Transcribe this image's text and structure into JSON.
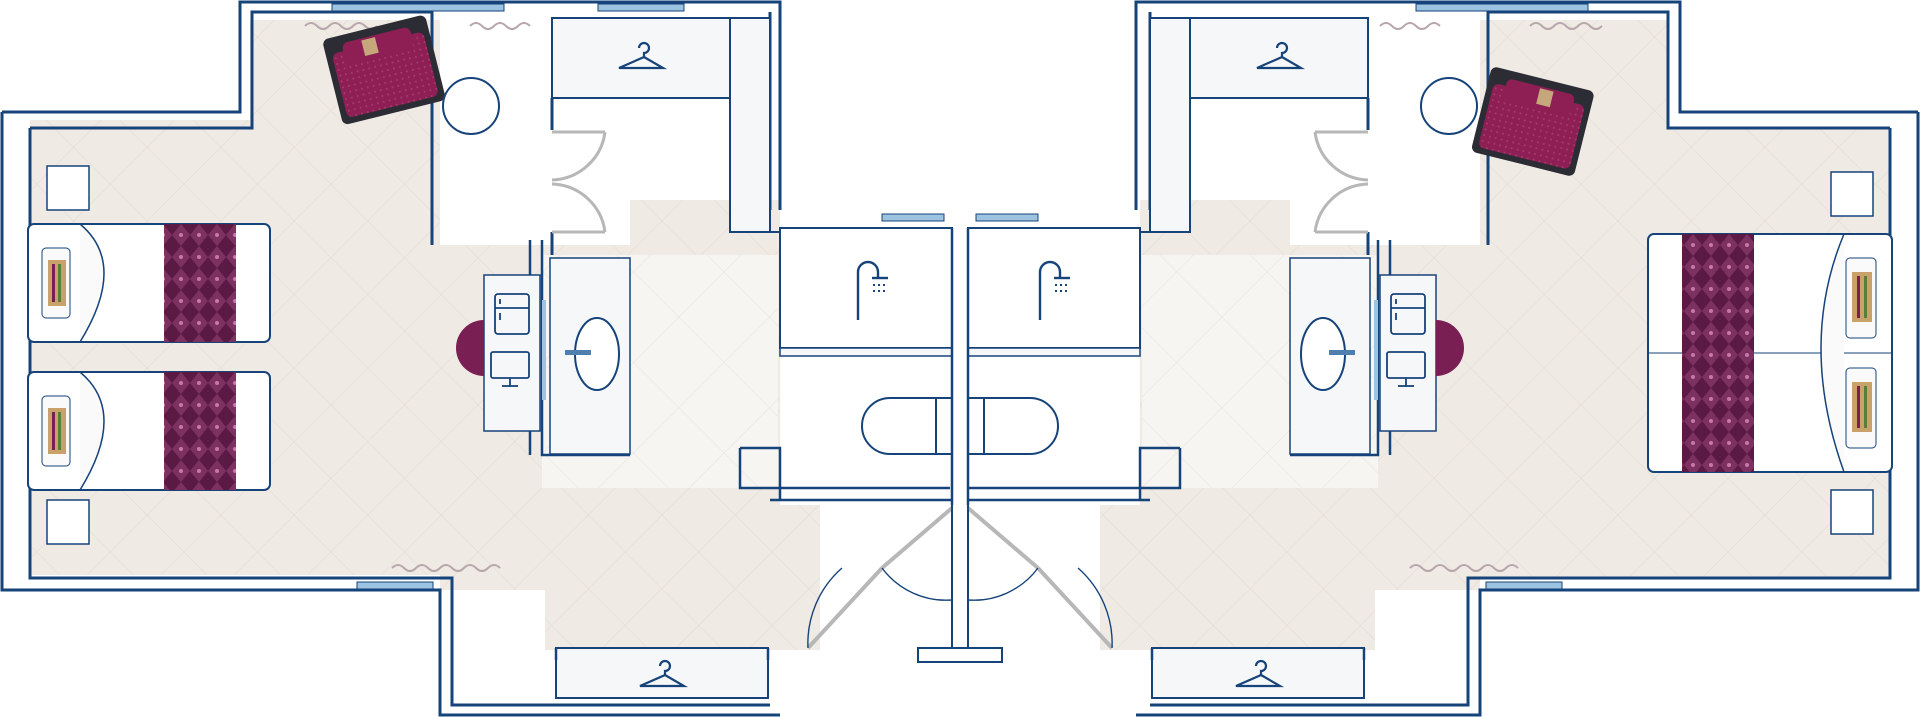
{
  "plan": {
    "colors": {
      "wall": "#16437a",
      "floor": "#efeae4",
      "bath_floor": "#f5f4f1",
      "wardrobe": "#f6f7f9",
      "accent": "#7a1f54",
      "runner": "#5b1a44",
      "window": "#9cc3df",
      "curtain": "#b8a6ad"
    },
    "icons": [
      "hanger-icon",
      "shower-icon",
      "sink-icon",
      "toilet-icon",
      "fridge-icon",
      "tv-icon",
      "bed-icon",
      "armchair-icon",
      "side-table-icon",
      "door-icon",
      "window-icon"
    ],
    "rooms": [
      {
        "id": "left",
        "bed_type": "twin",
        "beds": 2
      },
      {
        "id": "right",
        "bed_type": "double",
        "beds": 1
      }
    ]
  }
}
